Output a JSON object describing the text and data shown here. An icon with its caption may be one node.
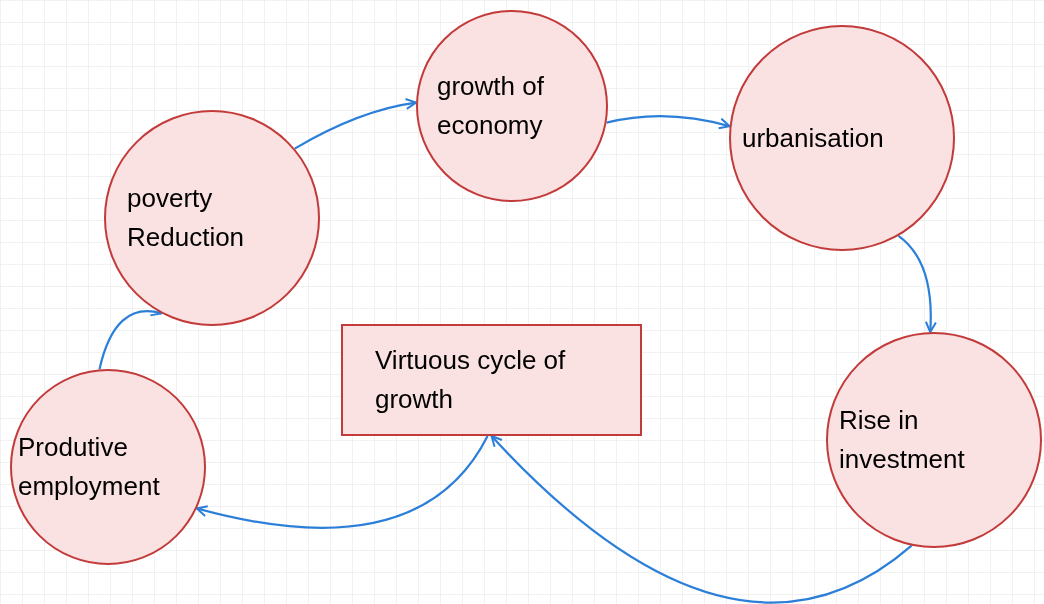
{
  "diagram": {
    "nodes": [
      {
        "text": [
          "poverty Reduction"
        ]
      },
      {
        "text": [
          "growth of economy"
        ]
      },
      {
        "text": [
          "urbanisation"
        ]
      },
      {
        "text": [
          "Virtuous cycle of growth"
        ]
      },
      {
        "text": [
          "Rise in investment"
        ]
      },
      {
        "text": [
          "Produtive employment"
        ]
      }
    ],
    "edges": [
      {
        "from": 0,
        "to": 1,
        "arrow": "to"
      },
      {
        "from": 1,
        "to": 2,
        "arrow": "to"
      },
      {
        "from": 2,
        "to": 4,
        "arrow": "to"
      },
      {
        "from": 4,
        "to": 3,
        "arrow": "to"
      },
      {
        "from": 3,
        "to": 5,
        "arrow": "to"
      },
      {
        "from": 5,
        "to": 0,
        "arrow": "to"
      }
    ]
  }
}
